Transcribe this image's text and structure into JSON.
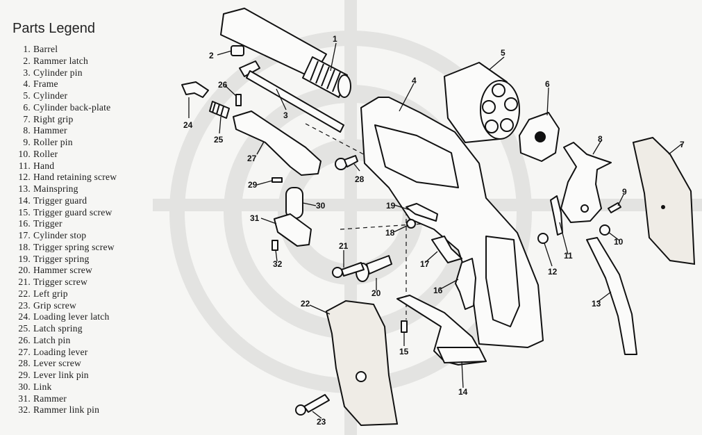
{
  "legend": {
    "title": "Parts Legend",
    "items": [
      {
        "num": "1.",
        "label": "Barrel"
      },
      {
        "num": "2.",
        "label": "Rammer latch"
      },
      {
        "num": "3.",
        "label": "Cylinder pin"
      },
      {
        "num": "4.",
        "label": "Frame"
      },
      {
        "num": "5.",
        "label": "Cylinder"
      },
      {
        "num": "6.",
        "label": "Cylinder back-plate"
      },
      {
        "num": "7.",
        "label": "Right grip"
      },
      {
        "num": "8.",
        "label": "Hammer"
      },
      {
        "num": "9.",
        "label": "Roller pin"
      },
      {
        "num": "10.",
        "label": "Roller"
      },
      {
        "num": "11.",
        "label": "Hand"
      },
      {
        "num": "12.",
        "label": "Hand retaining screw"
      },
      {
        "num": "13.",
        "label": "Mainspring"
      },
      {
        "num": "14.",
        "label": "Trigger guard"
      },
      {
        "num": "15.",
        "label": "Trigger guard screw"
      },
      {
        "num": "16.",
        "label": "Trigger"
      },
      {
        "num": "17.",
        "label": "Cylinder stop"
      },
      {
        "num": "18.",
        "label": "Trigger spring screw"
      },
      {
        "num": "19.",
        "label": "Trigger spring"
      },
      {
        "num": "20.",
        "label": "Hammer screw"
      },
      {
        "num": "21.",
        "label": "Trigger screw"
      },
      {
        "num": "22.",
        "label": "Left grip"
      },
      {
        "num": "23.",
        "label": "Grip screw"
      },
      {
        "num": "24.",
        "label": "Loading lever latch"
      },
      {
        "num": "25.",
        "label": "Latch spring"
      },
      {
        "num": "26.",
        "label": "Latch pin"
      },
      {
        "num": "27.",
        "label": "Loading lever"
      },
      {
        "num": "28.",
        "label": "Lever screw"
      },
      {
        "num": "29.",
        "label": "Lever link pin"
      },
      {
        "num": "30.",
        "label": "Link"
      },
      {
        "num": "31.",
        "label": "Rammer"
      },
      {
        "num": "32.",
        "label": "Rammer link pin"
      }
    ]
  },
  "callouts": {
    "c1": "1",
    "c2": "2",
    "c3": "3",
    "c4": "4",
    "c5": "5",
    "c6": "6",
    "c7": "7",
    "c8": "8",
    "c9": "9",
    "c10": "10",
    "c11": "11",
    "c12": "12",
    "c13": "13",
    "c14": "14",
    "c15": "15",
    "c16": "16",
    "c17": "17",
    "c18": "18",
    "c19": "19",
    "c20": "20",
    "c21": "21",
    "c22": "22",
    "c23": "23",
    "c24": "24",
    "c25": "25",
    "c26": "26",
    "c27": "27",
    "c28": "28",
    "c29": "29",
    "c30": "30",
    "c31": "31",
    "c32": "32"
  },
  "colors": {
    "ink": "#111111",
    "paper": "#f6f6f4",
    "wood": "#efece6",
    "watermark": "#e3e3e1"
  }
}
